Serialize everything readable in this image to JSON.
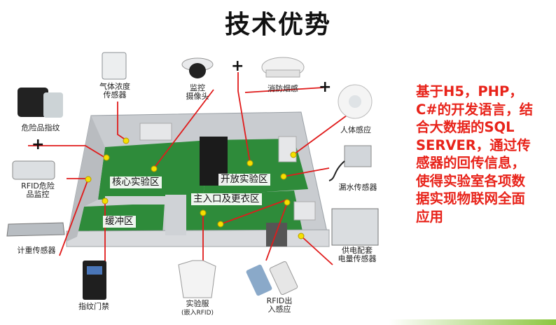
{
  "title": "技术优势",
  "description": "基于H5，PHP，\nC#的开发语言，结\n合大数据的SQL\nSERVER，通过传\n感器的回传信息，\n使得实验室各项数\n据实现物联网全面\n应用",
  "zones": {
    "core": "核心实验区",
    "open": "开放实验区",
    "entrance": "主入口及更衣区",
    "buffer": "缓冲区"
  },
  "devices": {
    "gas": "气体浓度\n传感器",
    "camera": "监控\n摄像头",
    "smoke": "消防烟感",
    "body": "人体感应",
    "hazard_fp": "危险品指纹",
    "rfid_hazard": "RFID危险\n品监控",
    "leak": "漏水传感器",
    "weight": "计重传感器",
    "power": "供电配套\n电量传感器",
    "access": "指纹门禁",
    "labcoat": "实验服",
    "labcoat_sub": "(嵌入RFID)",
    "rfid_in": "RFID出\n入感应"
  },
  "plus_sign": "+",
  "colors": {
    "accent": "#e8231a",
    "line": "#e01b1b",
    "floor": "#2e8b3a",
    "dot": "#f5e000"
  }
}
